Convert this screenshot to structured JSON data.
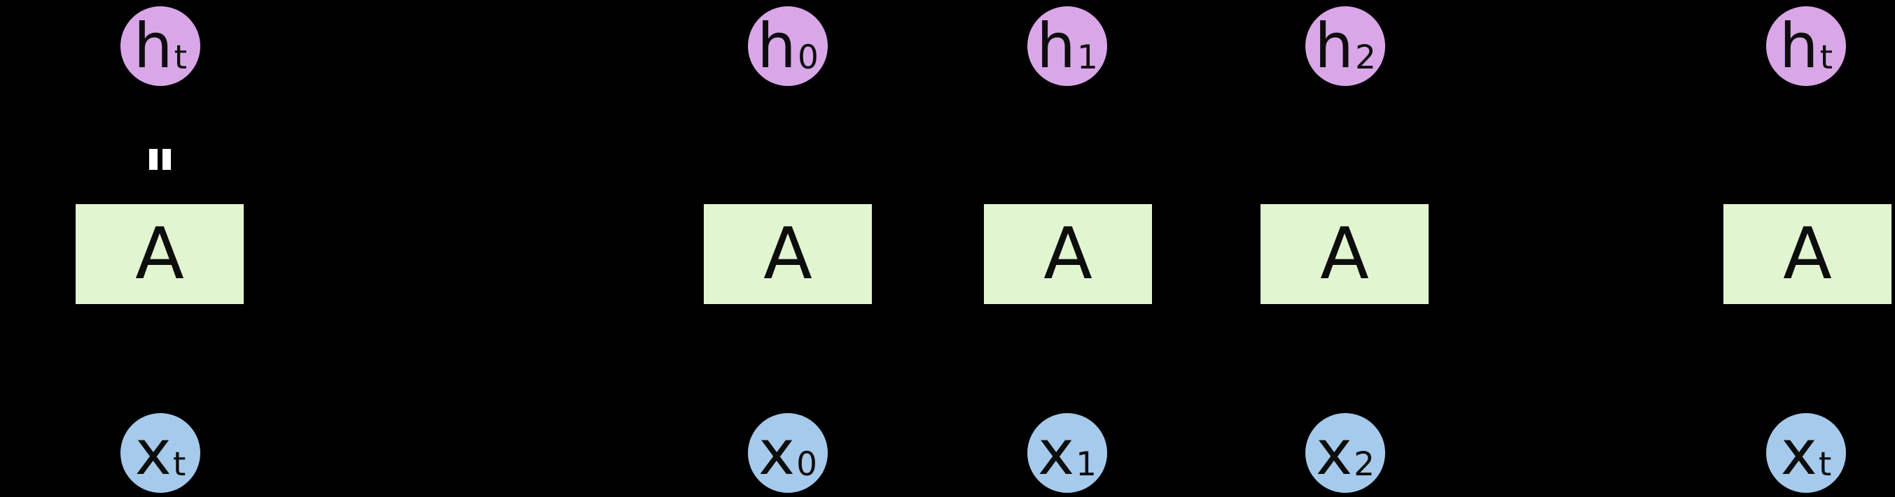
{
  "diagram": {
    "kind": "recurrent-neural-network-unrolled",
    "background": "#000000",
    "colors": {
      "hidden_state_fill": "#d9a7e8",
      "input_fill": "#a5caec",
      "cell_fill": "#e1f5d1",
      "label_text": "#0d0d0d",
      "equals_mark": "#ffffff"
    },
    "icons": {
      "rotated_equals_mark": "="
    },
    "rolled": {
      "hidden": {
        "base": "h",
        "sub": "t"
      },
      "cell_label": "A",
      "input": {
        "base": "x",
        "sub": "t"
      }
    },
    "unrolled": {
      "columns": [
        {
          "hidden": {
            "base": "h",
            "sub": "0"
          },
          "cell_label": "A",
          "input": {
            "base": "x",
            "sub": "0"
          }
        },
        {
          "hidden": {
            "base": "h",
            "sub": "1"
          },
          "cell_label": "A",
          "input": {
            "base": "x",
            "sub": "1"
          }
        },
        {
          "hidden": {
            "base": "h",
            "sub": "2"
          },
          "cell_label": "A",
          "input": {
            "base": "x",
            "sub": "2"
          }
        },
        {
          "hidden": {
            "base": "h",
            "sub": "t"
          },
          "cell_label": "A",
          "input": {
            "base": "x",
            "sub": "t"
          }
        }
      ]
    }
  }
}
